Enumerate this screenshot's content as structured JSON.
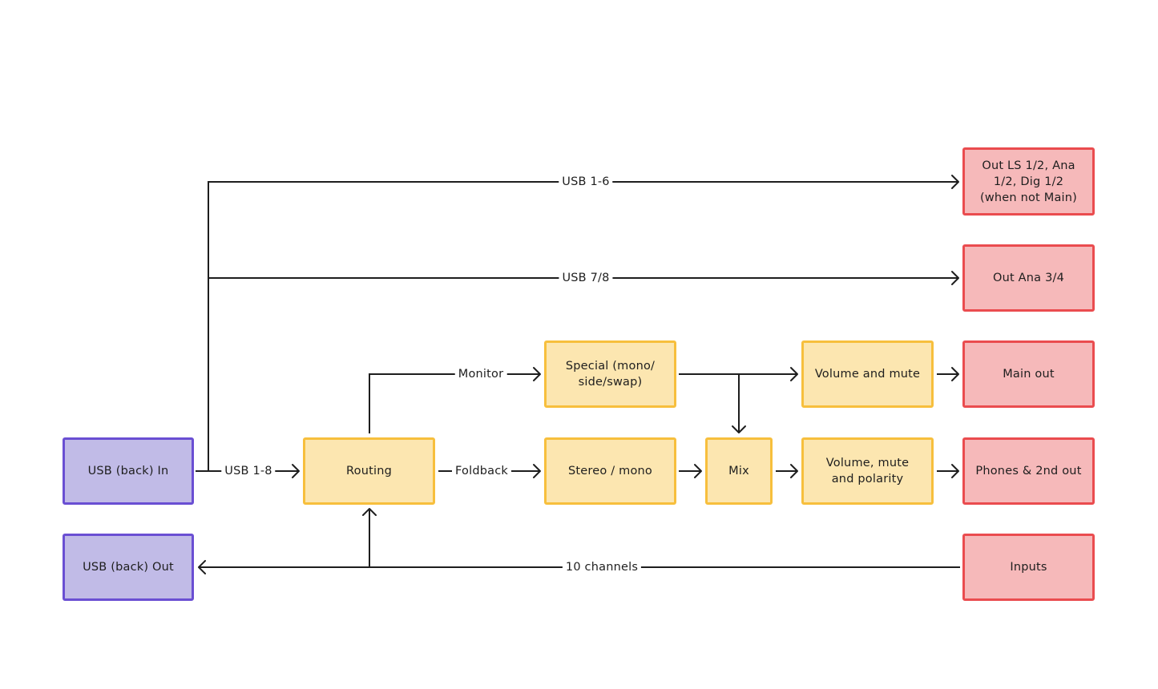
{
  "nodes": {
    "usb_in": "USB (back) In",
    "usb_out": "USB (back) Out",
    "routing": "Routing",
    "special": "Special (mono/\nside/swap)",
    "stereo_mono": "Stereo / mono",
    "mix": "Mix",
    "volume_mute": "Volume and mute",
    "volume_mute_polarity": "Volume, mute\nand polarity",
    "out_ls": "Out LS 1/2, Ana\n1/2, Dig 1/2\n(when not Main)",
    "out_ana": "Out Ana 3/4",
    "main_out": "Main out",
    "phones": "Phones & 2nd out",
    "inputs": "Inputs"
  },
  "edge_labels": {
    "usb_1_6": "USB 1-6",
    "usb_7_8": "USB 7/8",
    "usb_1_8": "USB 1-8",
    "monitor": "Monitor",
    "foldback": "Foldback",
    "ten_channels": "10 channels"
  },
  "colors": {
    "io_fill": "#c1bbe7",
    "io_border": "#6a4fd3",
    "process_fill": "#fce6b0",
    "process_border": "#f7bf3d",
    "output_fill": "#f6b9ba",
    "output_border": "#ea4c4f",
    "line": "#1e1e1e"
  }
}
